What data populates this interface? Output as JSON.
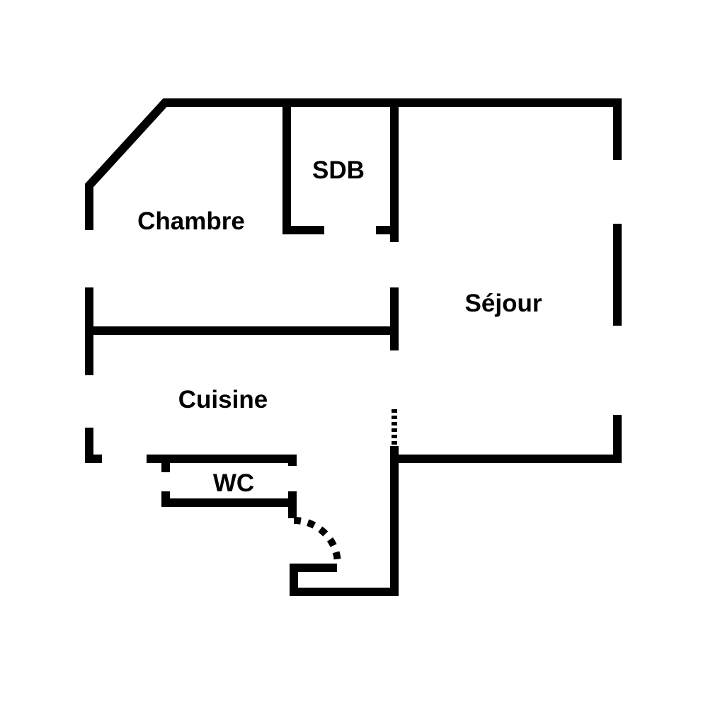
{
  "rooms": {
    "chambre": "Chambre",
    "sdb": "SDB",
    "sejour": "Séjour",
    "cuisine": "Cuisine",
    "wc": "WC"
  },
  "colors": {
    "wall": "#000000",
    "background": "#ffffff"
  }
}
